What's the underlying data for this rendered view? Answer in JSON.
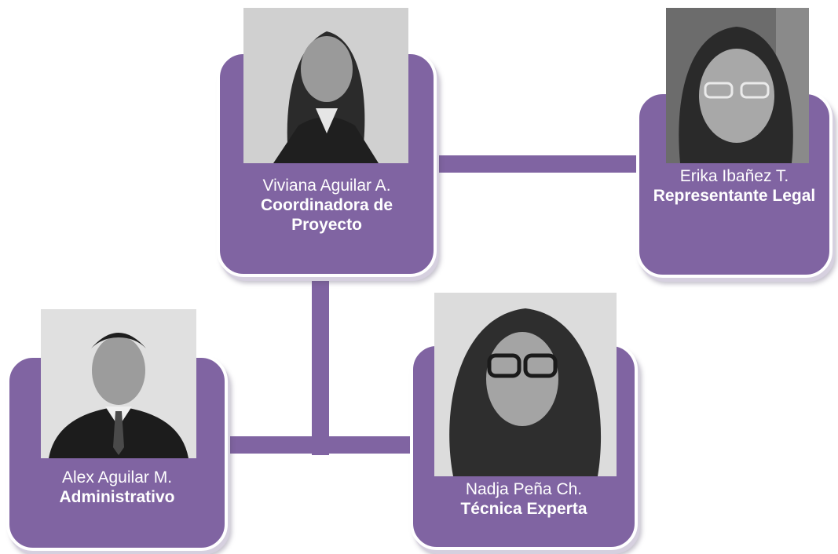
{
  "colors": {
    "card_fill": "#8064a2",
    "connector": "#8064a2",
    "card_border": "#ffffff",
    "text": "#ffffff"
  },
  "people": [
    {
      "id": "coordinator",
      "name": "Viviana Aguilar A.",
      "role": "Coordinadora de Proyecto",
      "photo_icon": "person-photo-icon"
    },
    {
      "id": "legal",
      "name": "Erika Ibañez T.",
      "role": "Representante Legal",
      "photo_icon": "person-photo-icon"
    },
    {
      "id": "admin",
      "name": "Alex Aguilar M.",
      "role": "Administrativo",
      "photo_icon": "person-photo-icon"
    },
    {
      "id": "expert",
      "name": "Nadja Peña Ch.",
      "role": "Técnica Experta",
      "photo_icon": "person-photo-icon"
    }
  ]
}
